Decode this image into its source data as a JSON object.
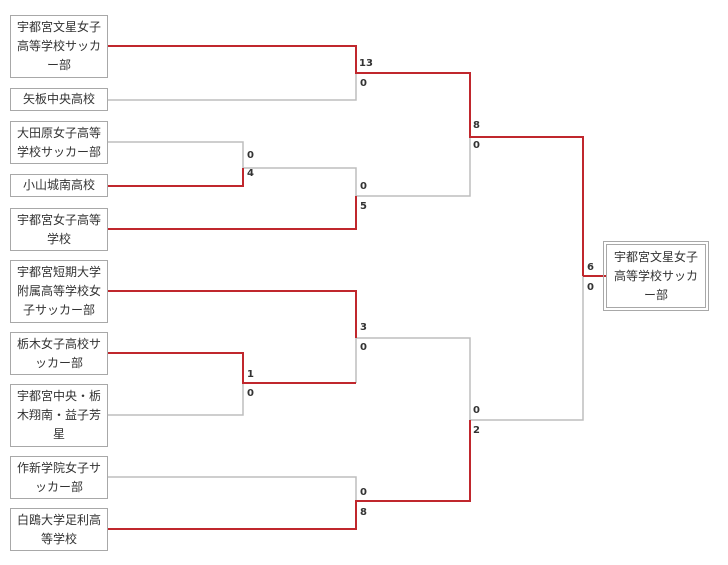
{
  "colors": {
    "win_line": "#c0272d",
    "lose_line": "#bdbdbd",
    "box_border": "#a8a8a8",
    "text": "#333333"
  },
  "teams": [
    "宇都宮文星女子高等学校サッカー部",
    "矢板中央高校",
    "大田原女子高等学校サッカー部",
    "小山城南高校",
    "宇都宮女子高等学校",
    "宇都宮短期大学附属高等学校女子サッカー部",
    "栃木女子高校サッカー部",
    "宇都宮中央・栃木翔南・益子芳星",
    "作新学院女子サッカー部",
    "白鴎大学足利高等学校"
  ],
  "champion": "宇都宮文星女子高等学校サッカー部",
  "matches": [
    {
      "id": "r1a",
      "scores": [
        "0",
        "4"
      ]
    },
    {
      "id": "r1b",
      "scores": [
        "1",
        "0"
      ]
    },
    {
      "id": "qf1",
      "scores": [
        "13",
        "0"
      ]
    },
    {
      "id": "qf2",
      "scores": [
        "0",
        "5"
      ]
    },
    {
      "id": "qf3",
      "scores": [
        "3",
        "0"
      ]
    },
    {
      "id": "qf4",
      "scores": [
        "0",
        "8"
      ]
    },
    {
      "id": "sf1",
      "scores": [
        "8",
        "0"
      ]
    },
    {
      "id": "sf2",
      "scores": [
        "0",
        "2"
      ]
    },
    {
      "id": "final",
      "scores": [
        "6",
        "0"
      ]
    }
  ]
}
